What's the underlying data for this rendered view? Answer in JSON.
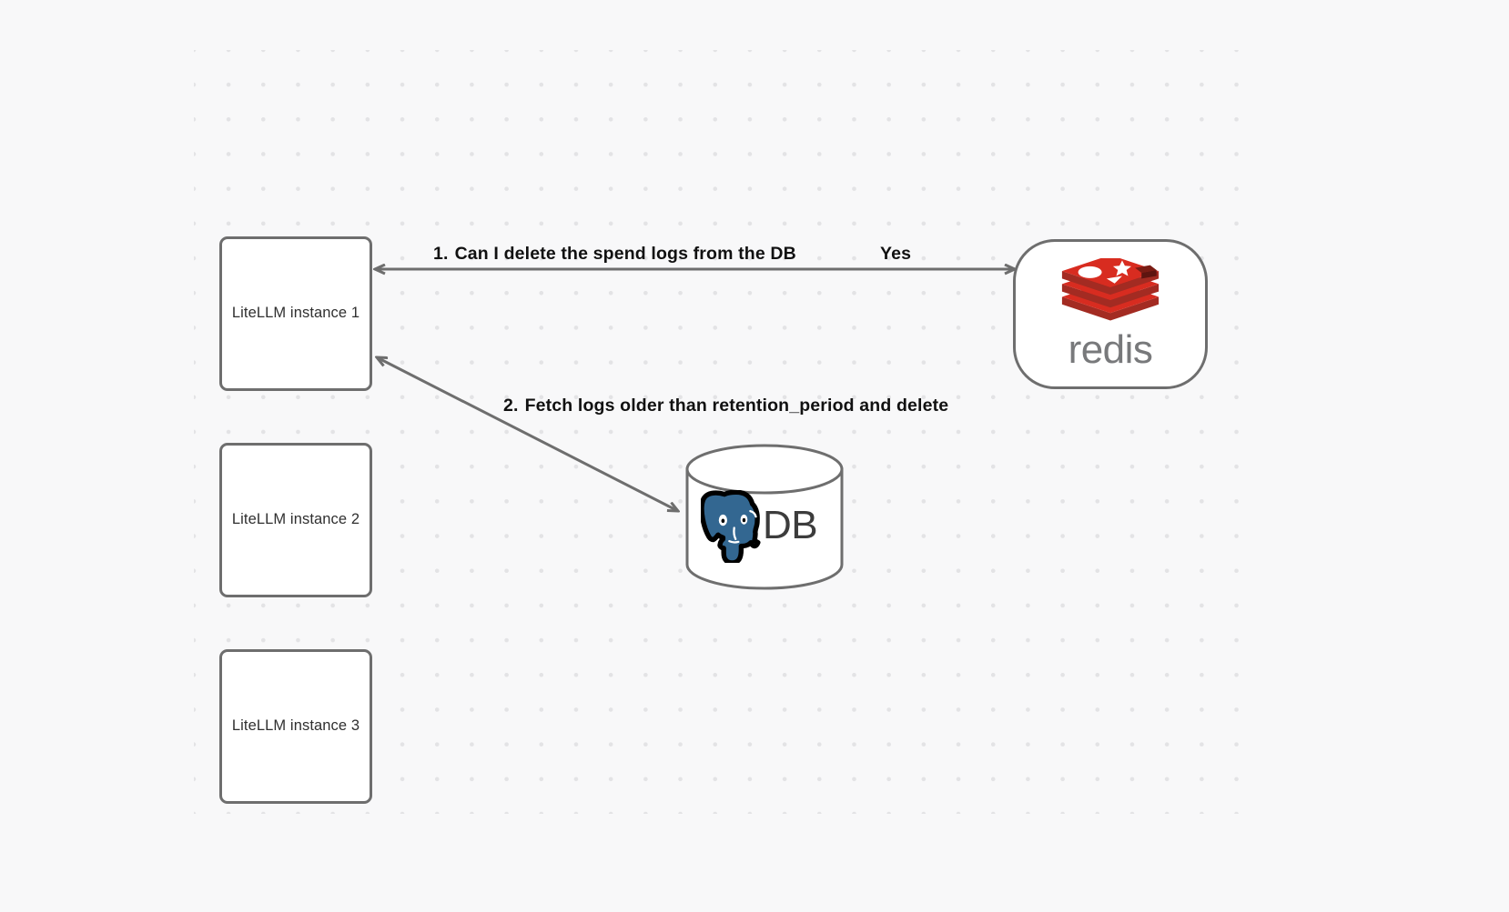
{
  "canvas": {
    "background_color": "#f8f8f9",
    "dot_color": "#e3e3e5"
  },
  "nodes": [
    {
      "id": "litellm-1",
      "label": "LiteLLM instance 1",
      "type": "box"
    },
    {
      "id": "litellm-2",
      "label": "LiteLLM instance 2",
      "type": "box"
    },
    {
      "id": "litellm-3",
      "label": "LiteLLM instance 3",
      "type": "box"
    },
    {
      "id": "redis",
      "label": "redis",
      "type": "rounded",
      "logo": "redis-logo",
      "logo_color": "#d82c20",
      "text_color": "#78797b"
    },
    {
      "id": "database",
      "label": "DB",
      "type": "cylinder",
      "logo": "postgresql-elephant-logo",
      "logo_color": "#336791"
    }
  ],
  "edges": [
    {
      "id": "edge-1",
      "number": "1.",
      "label": "Can I delete the spend logs from the DB",
      "answer_label": "Yes",
      "from": "litellm-1",
      "to": "redis",
      "bidirectional": true
    },
    {
      "id": "edge-2",
      "number": "2.",
      "label": "Fetch logs older than retention_period and delete",
      "from": "litellm-1",
      "to": "database",
      "bidirectional": true
    }
  ]
}
